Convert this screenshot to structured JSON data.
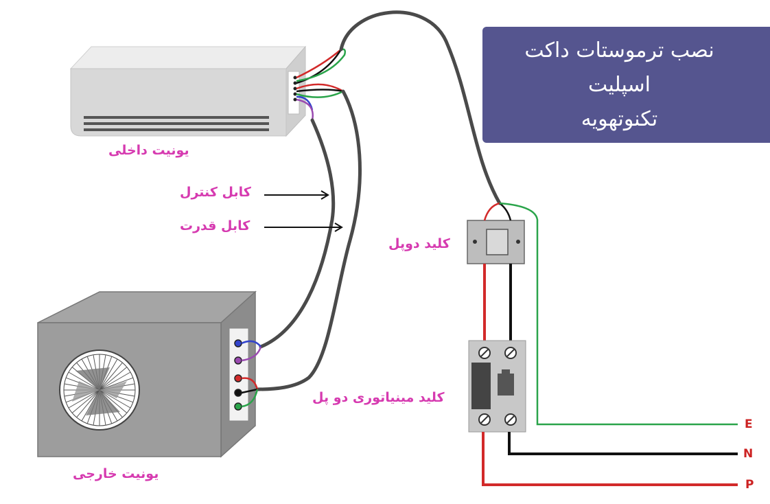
{
  "title": {
    "line1": "نصب ترموستات داکت",
    "line2": "اسپلیت",
    "line3": "تکنوتهویه"
  },
  "labels": {
    "indoor_unit": "یونیت داخلی",
    "outdoor_unit": "یونیت خارجی",
    "control_cable": "کابل کنترل",
    "power_cable": "کابل قدرت",
    "double_pole_switch": "کلید دوپل",
    "mcb_switch": "کلید مینیاتوری دو پل"
  },
  "terminals": {
    "earth": "E",
    "neutral": "N",
    "phase": "P"
  },
  "colors": {
    "title_bg": "#55558f",
    "label_magenta": "#d63ab0",
    "wire_red": "#d22a2a",
    "wire_black": "#111111",
    "wire_green": "#2aa44a",
    "wire_blue": "#3344cc",
    "wire_purple": "#9a4ab0",
    "cable_gray": "#4a4a4a"
  }
}
